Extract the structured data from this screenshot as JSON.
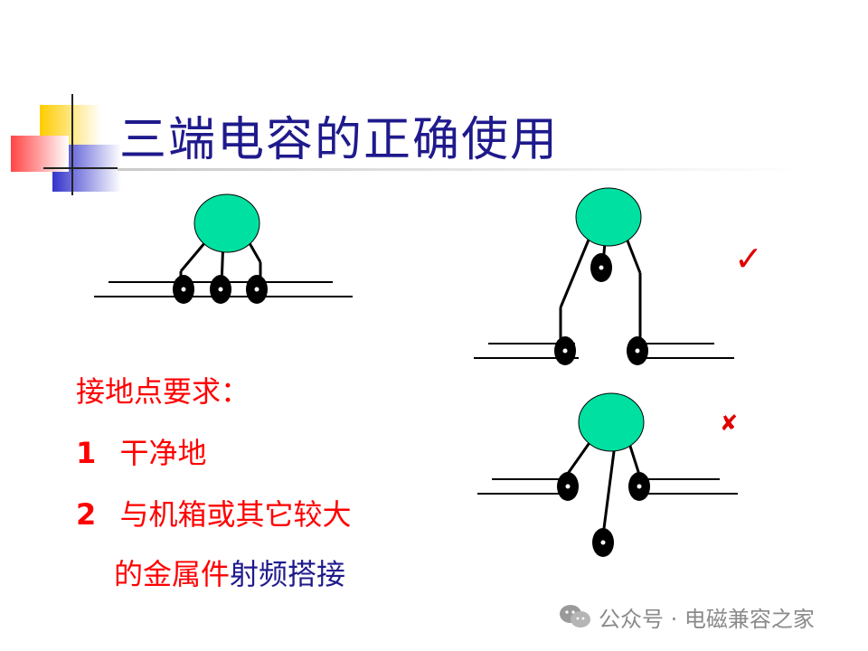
{
  "title": "三端电容的正确使用",
  "requirements": {
    "heading": "接地点要求：",
    "item1_num": "1",
    "item1_text": "干净地",
    "item2_num": "2",
    "item2_text": "与机箱或其它较大",
    "item2_cont_red": "的金属件",
    "item2_cont_blue": "射频搭接"
  },
  "marks": {
    "correct": "✓",
    "wrong": "✘"
  },
  "watermark": {
    "text": "公众号 · 电磁兼容之家"
  },
  "colors": {
    "title": "#1f1a8c",
    "text_red": "#ff0000",
    "text_blue": "#1f1a8c",
    "capacitor_body": "#00e0a0",
    "terminal": "#000000",
    "decor_yellow": "#ffcc00",
    "decor_blue": "#3333cc",
    "decor_red": "#ff4444"
  }
}
